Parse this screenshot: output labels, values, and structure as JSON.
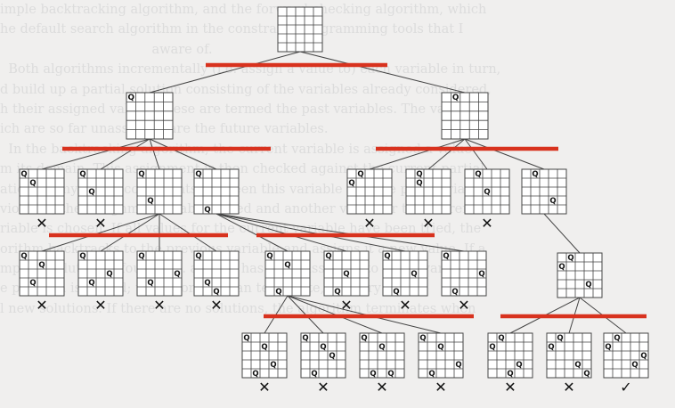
{
  "background_text": [
    "imple backtracking algorithm, and the forward checking algorithm, which",
    "he default search algorithm in the constraint programming tools that I",
    "                                     aware of.",
    "  Both algorithms incrementally (i.e. assign a value to) each variable in turn,",
    "d build up a partial solution consisting of the variables already considered,",
    "h their assigned values; these are termed the past variables. The variables",
    "ich are so far unassigned are the future variables.",
    "  In the backtracking algorithm, the current variable is assigned a value",
    "m its domain. This assignment is then checked against the current partial",
    "ation; if any of the constraints between this variable and the past variables",
    "violated, the assignment is abandoned and another value for the current",
    "riable is chosen. If all values for the current variable have been tried, the",
    "orithm backtracks to the previous variable and assigns it a new value. If a",
    "mplete solution is found, i.e. a value has been assigned to every variable,",
    "e problem is solved; the algorithm can terminate, or carry on to",
    "l new solutions. If there are no solutions, the algorithm terminates when",
    "                                                          "
  ],
  "queen_symbol": "Q",
  "fail_mark": "✕",
  "success_mark": "✓",
  "colors": {
    "cut_line": "#d8321e",
    "grid": "#444444",
    "board_bg": "#ffffff",
    "mark": "#111111"
  },
  "boards": [
    {
      "id": "root",
      "queens": [],
      "status": ""
    },
    {
      "id": "r1a",
      "queens": [
        [
          0,
          0
        ]
      ],
      "status": ""
    },
    {
      "id": "r1b",
      "queens": [
        [
          1,
          0
        ]
      ],
      "status": ""
    },
    {
      "id": "a1",
      "queens": [
        [
          0,
          0
        ],
        [
          1,
          1
        ]
      ],
      "status": "fail"
    },
    {
      "id": "a2",
      "queens": [
        [
          0,
          0
        ],
        [
          1,
          2
        ]
      ],
      "status": "fail"
    },
    {
      "id": "a3",
      "queens": [
        [
          0,
          0
        ],
        [
          1,
          3
        ]
      ],
      "status": ""
    },
    {
      "id": "a4",
      "queens": [
        [
          0,
          0
        ],
        [
          1,
          4
        ]
      ],
      "status": ""
    },
    {
      "id": "b1",
      "queens": [
        [
          1,
          0
        ],
        [
          0,
          1
        ]
      ],
      "status": "fail"
    },
    {
      "id": "b2",
      "queens": [
        [
          1,
          0
        ],
        [
          1,
          1
        ]
      ],
      "status": "fail"
    },
    {
      "id": "b3",
      "queens": [
        [
          1,
          0
        ],
        [
          2,
          2
        ]
      ],
      "status": "fail"
    },
    {
      "id": "b4",
      "queens": [
        [
          1,
          0
        ],
        [
          3,
          3
        ]
      ],
      "status": ""
    },
    {
      "id": "a3c1",
      "queens": [
        [
          0,
          0
        ],
        [
          1,
          3
        ],
        [
          2,
          1
        ]
      ],
      "status": "fail"
    },
    {
      "id": "a3c2",
      "queens": [
        [
          0,
          0
        ],
        [
          1,
          3
        ],
        [
          3,
          2
        ]
      ],
      "status": "fail"
    },
    {
      "id": "a3c3",
      "queens": [
        [
          0,
          0
        ],
        [
          1,
          3
        ],
        [
          4,
          2
        ]
      ],
      "status": "fail"
    },
    {
      "id": "a3c4",
      "queens": [
        [
          0,
          0
        ],
        [
          1,
          3
        ],
        [
          2,
          4
        ]
      ],
      "status": "fail"
    },
    {
      "id": "a4c1",
      "queens": [
        [
          0,
          0
        ],
        [
          1,
          4
        ],
        [
          2,
          1
        ]
      ],
      "status": ""
    },
    {
      "id": "a4c2",
      "queens": [
        [
          0,
          0
        ],
        [
          1,
          4
        ],
        [
          2,
          2
        ]
      ],
      "status": "fail"
    },
    {
      "id": "a4c3",
      "queens": [
        [
          0,
          0
        ],
        [
          1,
          4
        ],
        [
          3,
          2
        ]
      ],
      "status": "fail"
    },
    {
      "id": "a4c4",
      "queens": [
        [
          0,
          0
        ],
        [
          1,
          4
        ],
        [
          4,
          2
        ]
      ],
      "status": "fail"
    },
    {
      "id": "b4c1",
      "queens": [
        [
          1,
          0
        ],
        [
          3,
          3
        ],
        [
          0,
          1
        ]
      ],
      "status": ""
    },
    {
      "id": "d1",
      "queens": [
        [
          0,
          0
        ],
        [
          1,
          4
        ],
        [
          2,
          1
        ],
        [
          3,
          3
        ]
      ],
      "status": "fail"
    },
    {
      "id": "d2",
      "queens": [
        [
          0,
          0
        ],
        [
          1,
          4
        ],
        [
          2,
          1
        ],
        [
          3,
          2
        ]
      ],
      "status": "fail"
    },
    {
      "id": "d3",
      "queens": [
        [
          0,
          0
        ],
        [
          1,
          4
        ],
        [
          2,
          1
        ],
        [
          3,
          4
        ]
      ],
      "status": "fail"
    },
    {
      "id": "d4",
      "queens": [
        [
          0,
          0
        ],
        [
          1,
          4
        ],
        [
          2,
          1
        ],
        [
          4,
          3
        ]
      ],
      "status": "fail"
    },
    {
      "id": "e1",
      "queens": [
        [
          1,
          0
        ],
        [
          3,
          3
        ],
        [
          0,
          1
        ],
        [
          2,
          4
        ]
      ],
      "status": "fail"
    },
    {
      "id": "e2",
      "queens": [
        [
          1,
          0
        ],
        [
          3,
          3
        ],
        [
          0,
          1
        ],
        [
          4,
          4
        ]
      ],
      "status": "fail"
    },
    {
      "id": "e3",
      "queens": [
        [
          1,
          0
        ],
        [
          3,
          3
        ],
        [
          0,
          1
        ],
        [
          4,
          2
        ]
      ],
      "status": "success"
    }
  ],
  "edges": [
    [
      "root",
      "r1a"
    ],
    [
      "root",
      "r1b"
    ],
    [
      "r1a",
      "a1"
    ],
    [
      "r1a",
      "a2"
    ],
    [
      "r1a",
      "a3"
    ],
    [
      "r1a",
      "a4"
    ],
    [
      "r1b",
      "b1"
    ],
    [
      "r1b",
      "b2"
    ],
    [
      "r1b",
      "b3"
    ],
    [
      "r1b",
      "b4"
    ],
    [
      "a3",
      "a3c1"
    ],
    [
      "a3",
      "a3c2"
    ],
    [
      "a3",
      "a3c3"
    ],
    [
      "a3",
      "a3c4"
    ],
    [
      "a4",
      "a4c1"
    ],
    [
      "a4",
      "a4c2"
    ],
    [
      "a4",
      "a4c3"
    ],
    [
      "a4",
      "a4c4"
    ],
    [
      "b4",
      "b4c1"
    ],
    [
      "a4c1",
      "d1"
    ],
    [
      "a4c1",
      "d2"
    ],
    [
      "a4c1",
      "d3"
    ],
    [
      "a4c1",
      "d4"
    ],
    [
      "b4c1",
      "e1"
    ],
    [
      "b4c1",
      "e2"
    ],
    [
      "b4c1",
      "e3"
    ]
  ]
}
